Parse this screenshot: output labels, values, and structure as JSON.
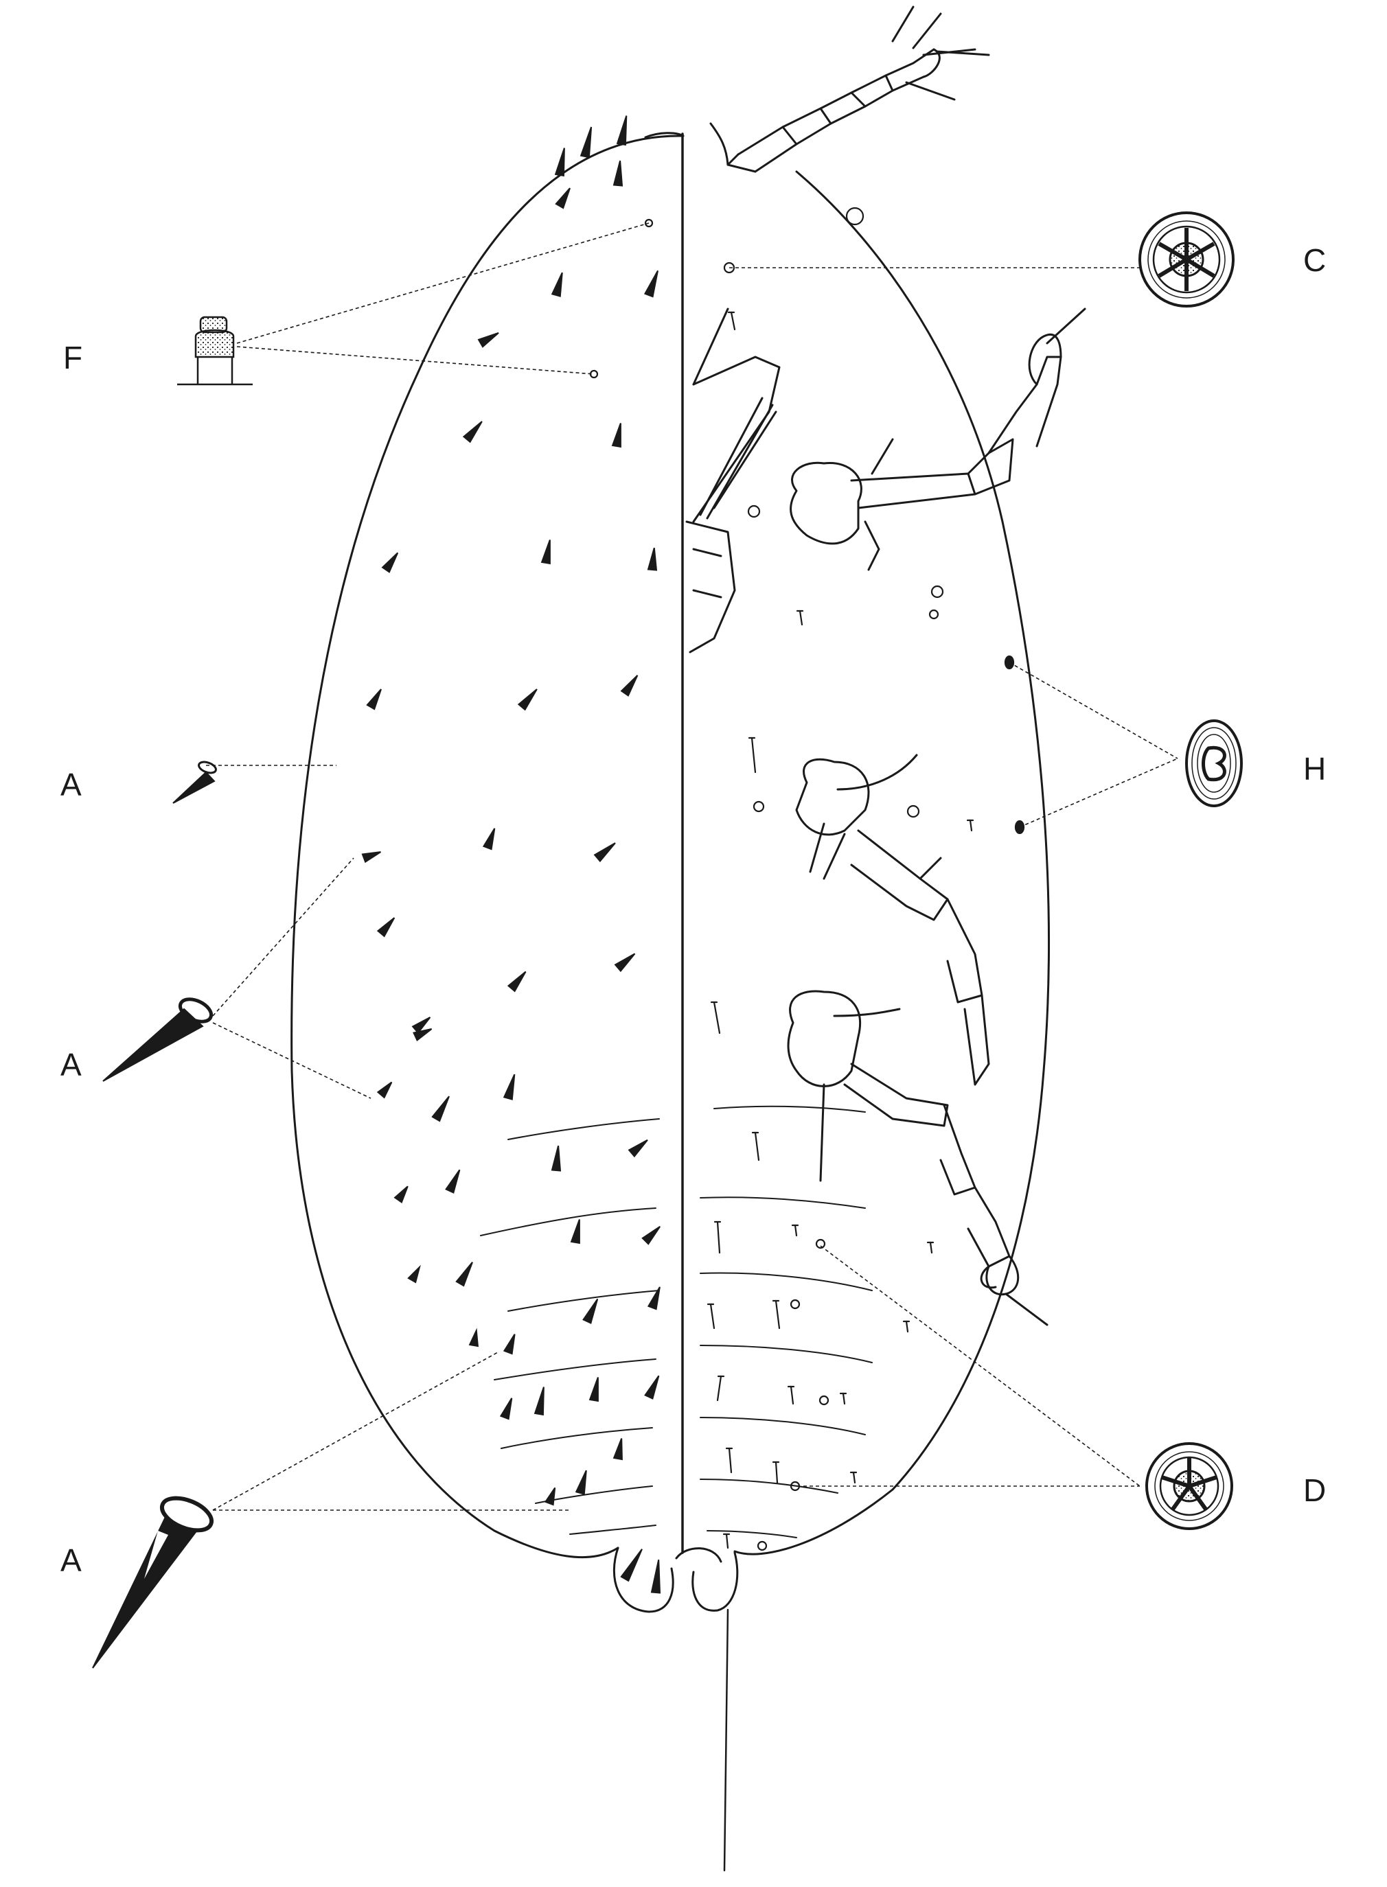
{
  "figure": {
    "labels": {
      "F": "F",
      "C": "C",
      "H": "H",
      "D": "D",
      "A1": "A",
      "A2": "A",
      "A3": "A"
    },
    "colors": {
      "ink": "#1a1a1a",
      "background": "#ffffff"
    }
  }
}
